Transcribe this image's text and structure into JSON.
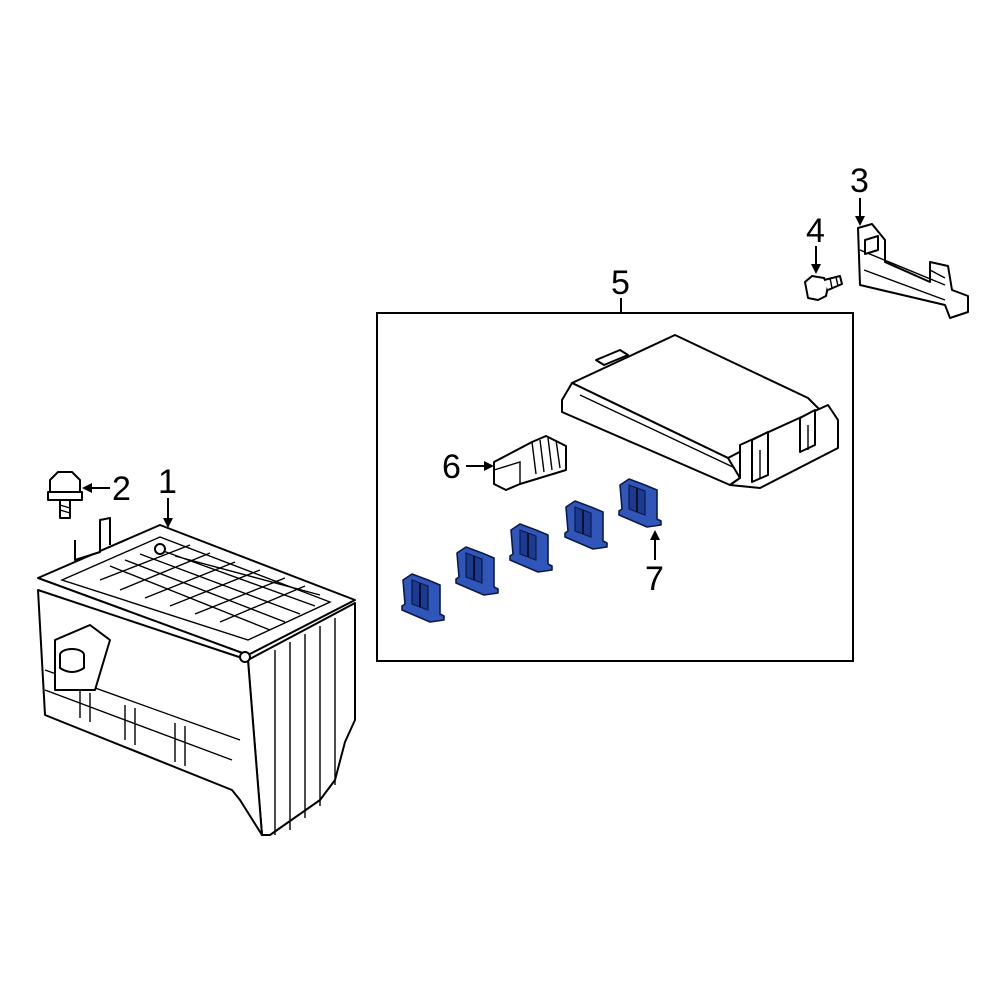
{
  "colors": {
    "highlight": "#2f56b8",
    "line": "#000000",
    "background": "#ffffff"
  },
  "callouts": [
    {
      "id": "1",
      "label": "1"
    },
    {
      "id": "2",
      "label": "2"
    },
    {
      "id": "3",
      "label": "3"
    },
    {
      "id": "4",
      "label": "4"
    },
    {
      "id": "5",
      "label": "5"
    },
    {
      "id": "6",
      "label": "6"
    },
    {
      "id": "7",
      "label": "7"
    }
  ],
  "parts": [
    {
      "callout": "1",
      "icon": "fuse-box-housing-icon"
    },
    {
      "callout": "2",
      "icon": "bolt-icon"
    },
    {
      "callout": "3",
      "icon": "bracket-icon"
    },
    {
      "callout": "4",
      "icon": "bolt-icon"
    },
    {
      "callout": "5",
      "icon": "fuse-box-cover-icon"
    },
    {
      "callout": "6",
      "icon": "puller-icon"
    },
    {
      "callout": "7",
      "icon": "fuse-icon",
      "highlighted": true
    }
  ]
}
